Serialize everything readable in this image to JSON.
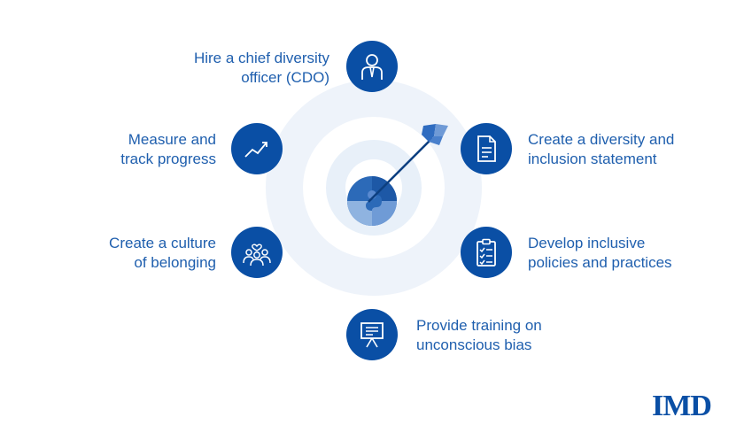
{
  "items": [
    {
      "label": "Hire a chief diversity\nofficer (CDO)",
      "icon": "person-tie-icon"
    },
    {
      "label": "Create a diversity and\ninclusion statement",
      "icon": "document-icon"
    },
    {
      "label": "Develop inclusive\npolicies and practices",
      "icon": "checklist-clipboard-icon"
    },
    {
      "label": "Provide training on\nunconscious bias",
      "icon": "presentation-board-icon"
    },
    {
      "label": "Create a culture\nof belonging",
      "icon": "group-heart-icon"
    },
    {
      "label": "Measure and\ntrack progress",
      "icon": "trend-chart-icon"
    }
  ],
  "center": {
    "icon": "target-puzzle-arrow-icon"
  },
  "logo": {
    "text": "IMD"
  },
  "colors": {
    "primary": "#0a4fa5",
    "text": "#1f5fae",
    "ring": "#eef3fa"
  }
}
